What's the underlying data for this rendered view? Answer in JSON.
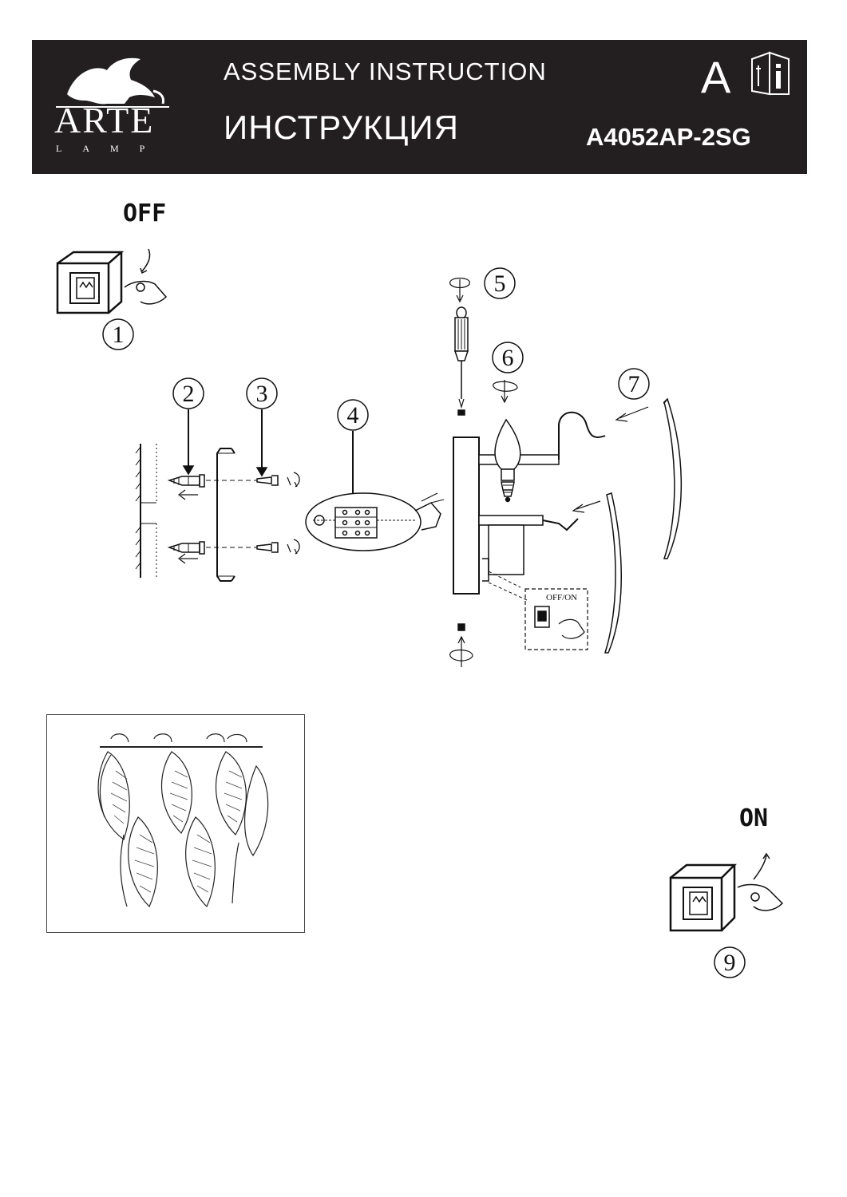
{
  "header": {
    "brand": "ARTE",
    "brand_sub": "LAMP",
    "title_en": "ASSEMBLY INSTRUCTION",
    "title_ru": "ИНСТРУКЦИЯ",
    "language": "A",
    "model": "A4052AP-2SG"
  },
  "steps": {
    "off_label": "OFF",
    "on_label": "ON",
    "switch_label": "OFF/ON",
    "numbers": [
      "1",
      "2",
      "3",
      "4",
      "5",
      "6",
      "7",
      "9"
    ]
  },
  "icons": [
    "info-book-icon",
    "power-switch-icon",
    "screwdriver-icon",
    "bulb-icon"
  ]
}
